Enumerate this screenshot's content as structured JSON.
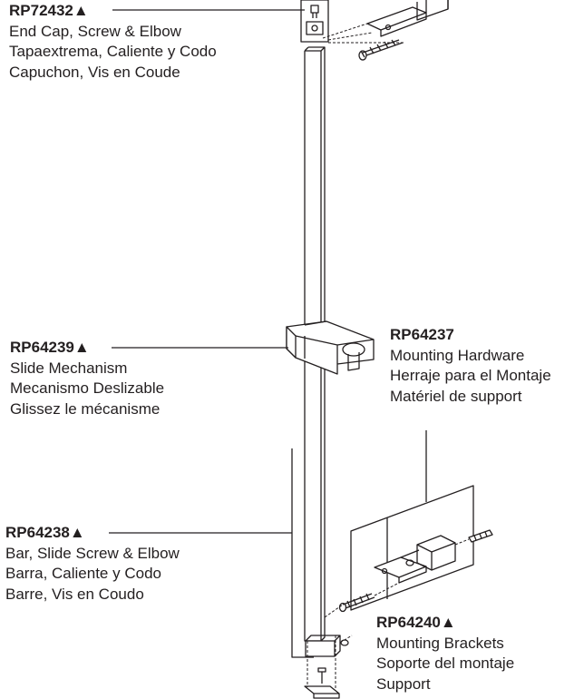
{
  "callouts": {
    "end_cap": {
      "part_number": "RP72432▲",
      "lines": [
        "End Cap, Screw & Elbow",
        "Tapaextrema, Caliente y Codo",
        "Capuchon, Vis en Coude"
      ]
    },
    "slide": {
      "part_number": "RP64239▲",
      "lines": [
        "Slide Mechanism",
        "Mecanismo Deslizable",
        "Glissez le mécanisme"
      ]
    },
    "hardware": {
      "part_number": "RP64237",
      "lines": [
        "Mounting Hardware",
        "Herraje para el Montaje",
        "Matériel de support"
      ]
    },
    "bar": {
      "part_number": "RP64238▲",
      "lines": [
        "Bar, Slide Screw & Elbow",
        "Barra, Caliente y Codo",
        "Barre, Vis en Coudo"
      ]
    },
    "brackets": {
      "part_number": "RP64240▲",
      "lines": [
        "Mounting Brackets",
        "Soporte del montaje",
        "Support"
      ]
    }
  }
}
